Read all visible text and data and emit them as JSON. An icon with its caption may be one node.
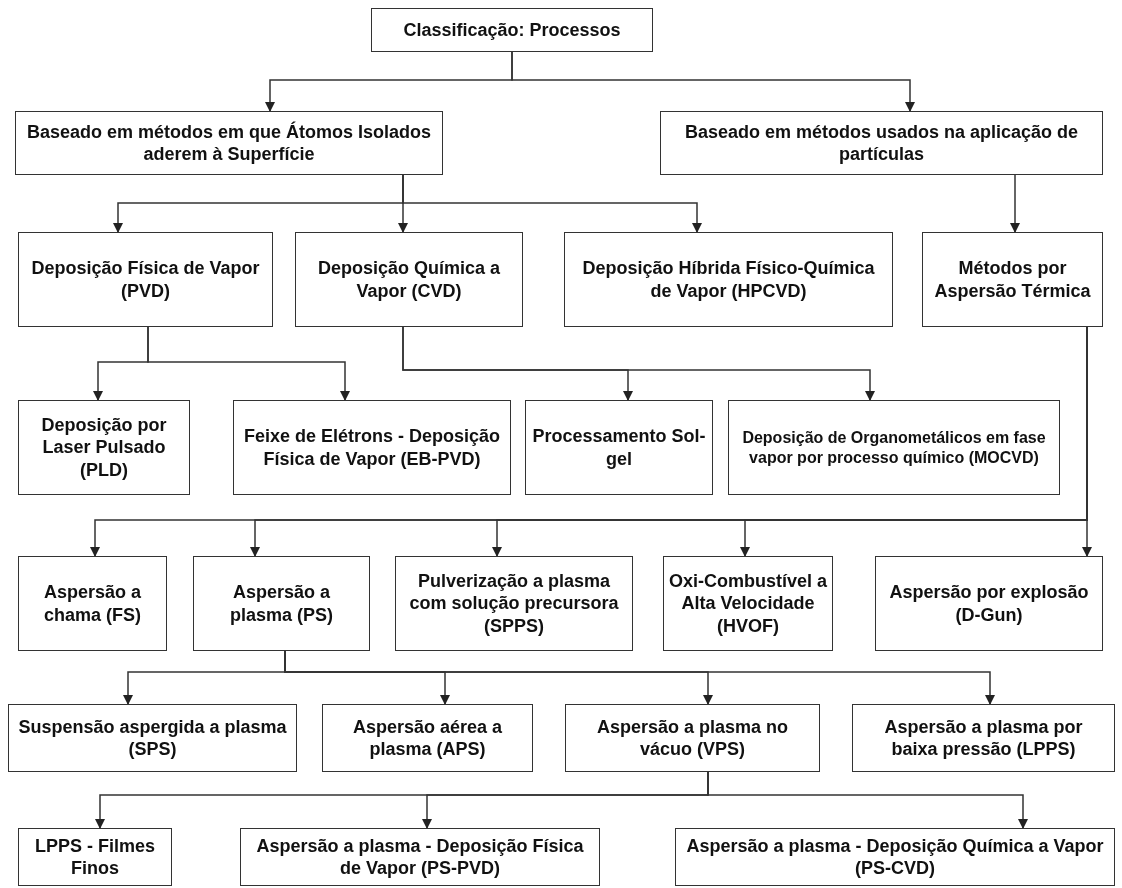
{
  "diagram": {
    "nodes": [
      {
        "text": [
          "Classificação: Processos"
        ]
      },
      {
        "text": [
          "Baseado em métodos em que Átomos Isolados aderem à Superfície"
        ]
      },
      {
        "text": [
          "Baseado em métodos usados na aplicação de partículas"
        ]
      },
      {
        "text": [
          "Deposição Física de Vapor (PVD)"
        ]
      },
      {
        "text": [
          "Deposição Química a Vapor (CVD)"
        ]
      },
      {
        "text": [
          "Deposição Híbrida Físico-Química de Vapor (HPCVD)"
        ]
      },
      {
        "text": [
          "Métodos por Aspersão Térmica"
        ]
      },
      {
        "text": [
          "Deposição por Laser Pulsado (PLD)"
        ]
      },
      {
        "text": [
          "Feixe de Elétrons - Deposição Física de Vapor (EB-PVD)"
        ]
      },
      {
        "text": [
          "Processamento Sol-gel"
        ]
      },
      {
        "text": [
          "Deposição de Organometálicos em fase vapor por processo químico (MOCVD)"
        ]
      },
      {
        "text": [
          "Aspersão a chama (FS)"
        ]
      },
      {
        "text": [
          "Aspersão a plasma (PS)"
        ]
      },
      {
        "text": [
          "Pulverização a plasma com solução precursora (SPPS)"
        ]
      },
      {
        "text": [
          "Oxi-Combustível a Alta Velocidade (HVOF)"
        ]
      },
      {
        "text": [
          "Aspersão por explosão (D-Gun)"
        ]
      },
      {
        "text": [
          "Suspensão aspergida a plasma (SPS)"
        ]
      },
      {
        "text": [
          "Aspersão aérea a plasma (APS)"
        ]
      },
      {
        "text": [
          "Aspersão a plasma no vácuo (VPS)"
        ]
      },
      {
        "text": [
          "Aspersão a plasma por baixa pressão (LPPS)"
        ]
      },
      {
        "text": [
          "LPPS - Filmes Finos"
        ]
      },
      {
        "text": [
          "Aspersão a plasma - Deposição Física de Vapor (PS-PVD)"
        ]
      },
      {
        "text": [
          "Aspersão a plasma - Deposição Química a Vapor (PS-CVD)"
        ]
      }
    ],
    "edges": [
      {
        "from": 0,
        "to": 1,
        "arrow": "to"
      },
      {
        "from": 0,
        "to": 2,
        "arrow": "to"
      },
      {
        "from": 1,
        "to": 3,
        "arrow": "to"
      },
      {
        "from": 1,
        "to": 4,
        "arrow": "to"
      },
      {
        "from": 1,
        "to": 5,
        "arrow": "to"
      },
      {
        "from": 2,
        "to": 6,
        "arrow": "to"
      },
      {
        "from": 3,
        "to": 7,
        "arrow": "to"
      },
      {
        "from": 3,
        "to": 8,
        "arrow": "to"
      },
      {
        "from": 4,
        "to": 9,
        "arrow": "to"
      },
      {
        "from": 4,
        "to": 10,
        "arrow": "to"
      },
      {
        "from": 6,
        "to": 11,
        "arrow": "to"
      },
      {
        "from": 6,
        "to": 12,
        "arrow": "to"
      },
      {
        "from": 6,
        "to": 13,
        "arrow": "to"
      },
      {
        "from": 6,
        "to": 14,
        "arrow": "to"
      },
      {
        "from": 6,
        "to": 15,
        "arrow": "to"
      },
      {
        "from": 12,
        "to": 16,
        "arrow": "to"
      },
      {
        "from": 12,
        "to": 17,
        "arrow": "to"
      },
      {
        "from": 12,
        "to": 18,
        "arrow": "to"
      },
      {
        "from": 12,
        "to": 19,
        "arrow": "to"
      },
      {
        "from": 18,
        "to": 20,
        "arrow": "to"
      },
      {
        "from": 18,
        "to": 21,
        "arrow": "to"
      },
      {
        "from": 18,
        "to": 22,
        "arrow": "to"
      }
    ]
  }
}
